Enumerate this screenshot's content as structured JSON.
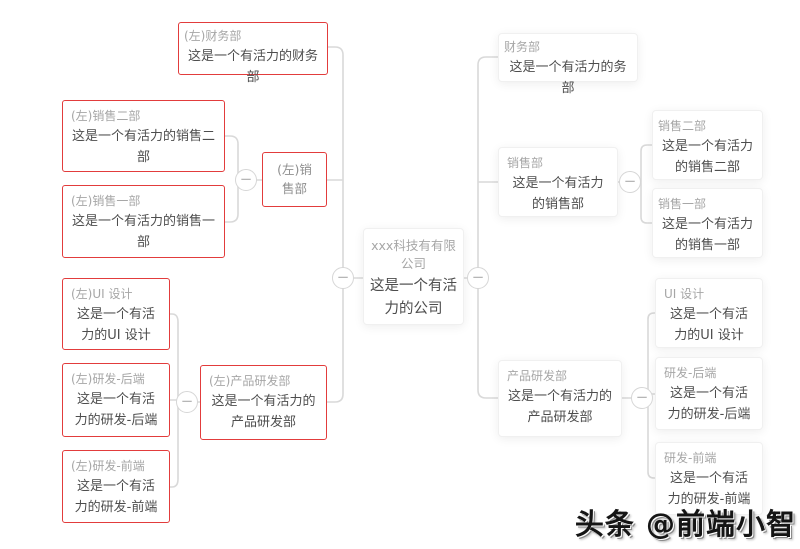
{
  "colors": {
    "left_branch_border": "#e23c3c",
    "right_branch_border": "#f0f0f0",
    "connector_line": "#d9d9d9",
    "title_text": "#a6a6a6",
    "body_text": "#4d4d4d"
  },
  "icons": {
    "collapse": "−"
  },
  "watermark": "头条 @前端小智",
  "nodes": {
    "root": {
      "title": "xxx科技有有限公司",
      "body": "这是一个有活力的公司"
    },
    "l_finance": {
      "title": "(左)财务部",
      "body": "这是一个有活力的财务部"
    },
    "l_sales": {
      "title": "(左)销售部",
      "body": ""
    },
    "l_sales2": {
      "title": "(左)销售二部",
      "body": "这是一个有活力的销售二部"
    },
    "l_sales1": {
      "title": "(左)销售一部",
      "body": "这是一个有活力的销售一部"
    },
    "l_product": {
      "title": "(左)产品研发部",
      "body": "这是一个有活力的产品研发部"
    },
    "l_ui": {
      "title": "(左)UI 设计",
      "body": "这是一个有活力的UI 设计"
    },
    "l_backend": {
      "title": "(左)研发-后端",
      "body": "这是一个有活力的研发-后端"
    },
    "l_frontend": {
      "title": "(左)研发-前端",
      "body": "这是一个有活力的研发-前端"
    },
    "r_finance": {
      "title": "财务部",
      "body": "这是一个有活力的务部"
    },
    "r_sales": {
      "title": "销售部",
      "body": "这是一个有活力的销售部"
    },
    "r_sales2": {
      "title": "销售二部",
      "body": "这是一个有活力的销售二部"
    },
    "r_sales1": {
      "title": "销售一部",
      "body": "这是一个有活力的销售一部"
    },
    "r_product": {
      "title": "产品研发部",
      "body": "这是一个有活力的产品研发部"
    },
    "r_ui": {
      "title": "UI 设计",
      "body": "这是一个有活力的UI 设计"
    },
    "r_backend": {
      "title": "研发-后端",
      "body": "这是一个有活力的研发-后端"
    },
    "r_frontend": {
      "title": "研发-前端",
      "body": "这是一个有活力的研发-前端"
    }
  }
}
